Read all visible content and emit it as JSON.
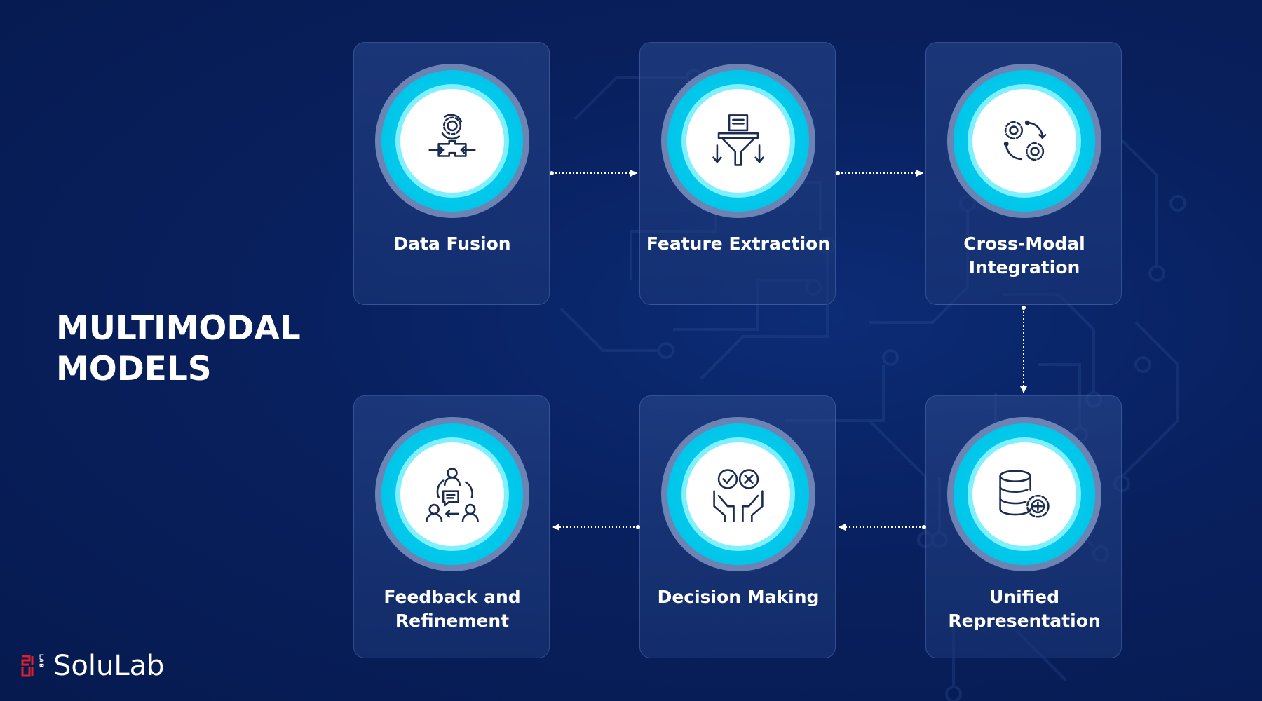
{
  "title": "MULTIMODAL MODELS",
  "steps": [
    {
      "label": "Data Fusion",
      "icon": "data-fusion-icon"
    },
    {
      "label": "Feature Extraction",
      "icon": "funnel-filter-icon"
    },
    {
      "label": "Cross-Modal Integration",
      "icon": "gears-icon"
    },
    {
      "label": "Unified Representation",
      "icon": "database-gear-icon"
    },
    {
      "label": "Decision Making",
      "icon": "hands-decision-icon"
    },
    {
      "label": "Feedback and Refinement",
      "icon": "team-feedback-icon"
    }
  ],
  "brand": {
    "name": "SoluLab",
    "mark_letters": "LAB"
  },
  "colors": {
    "background": "#08205e",
    "card": "#1f3a7a",
    "ring_outer": "#6c83b4",
    "ring_cyan": "#00c6ea",
    "icon_stroke": "#1b2b52",
    "logo_red": "#e0202a"
  }
}
